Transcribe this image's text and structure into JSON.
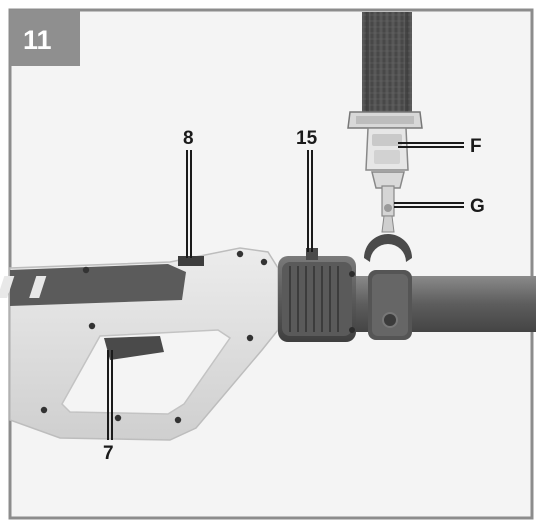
{
  "figure": {
    "number": "11",
    "callouts": {
      "part_8": "8",
      "part_15": "15",
      "part_7": "7",
      "part_F": "F",
      "part_G": "G"
    }
  },
  "colors": {
    "frame": "#8c8c8c",
    "badge": "#8f8f8f",
    "background": "#f4f4f4",
    "housing_light": "#e3e3e3",
    "grip_dark": "#5b5b5b",
    "tube": "#6a6a6a",
    "strap": "#4e4e4e",
    "leader_line": "#1a1a1a"
  }
}
